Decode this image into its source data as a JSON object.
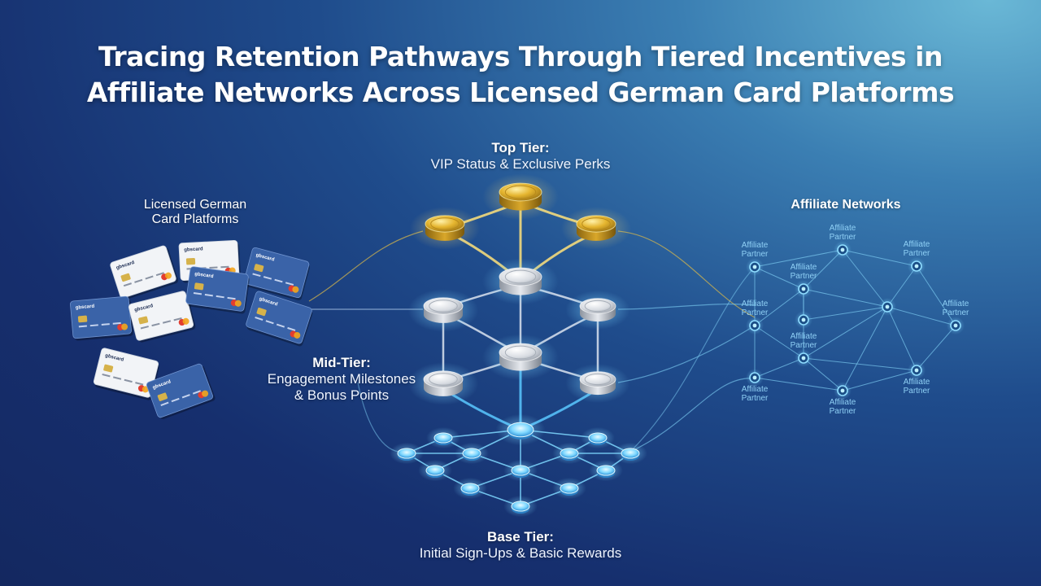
{
  "title_line1": "Tracing Retention Pathways Through Tiered Incentives in",
  "title_line2": "Affiliate Networks Across Licensed German Card Platforms",
  "top_tier": {
    "heading": "Top Tier:",
    "subtitle": "VIP Status & Exclusive Perks"
  },
  "mid_tier": {
    "heading": "Mid-Tier:",
    "subtitle_line1": "Engagement Milestones",
    "subtitle_line2": "& Bonus Points"
  },
  "base_tier": {
    "heading": "Base Tier:",
    "subtitle": "Initial Sign-Ups & Basic Rewards"
  },
  "card_platforms": {
    "line1": "Licensed German",
    "line2": "Card Platforms",
    "card_brand": "gbscard"
  },
  "affiliate_networks": {
    "heading": "Affiliate Networks",
    "node_line1": "Affiliate",
    "node_line2": "Partner",
    "node_count": 12
  },
  "colors": {
    "gold": "#e0b531",
    "silver": "#d9dde3",
    "glow": "#4fc3ff",
    "line": "#7fd0f5",
    "card_blue": "#3a63a8",
    "card_white": "#f2f4f7"
  }
}
